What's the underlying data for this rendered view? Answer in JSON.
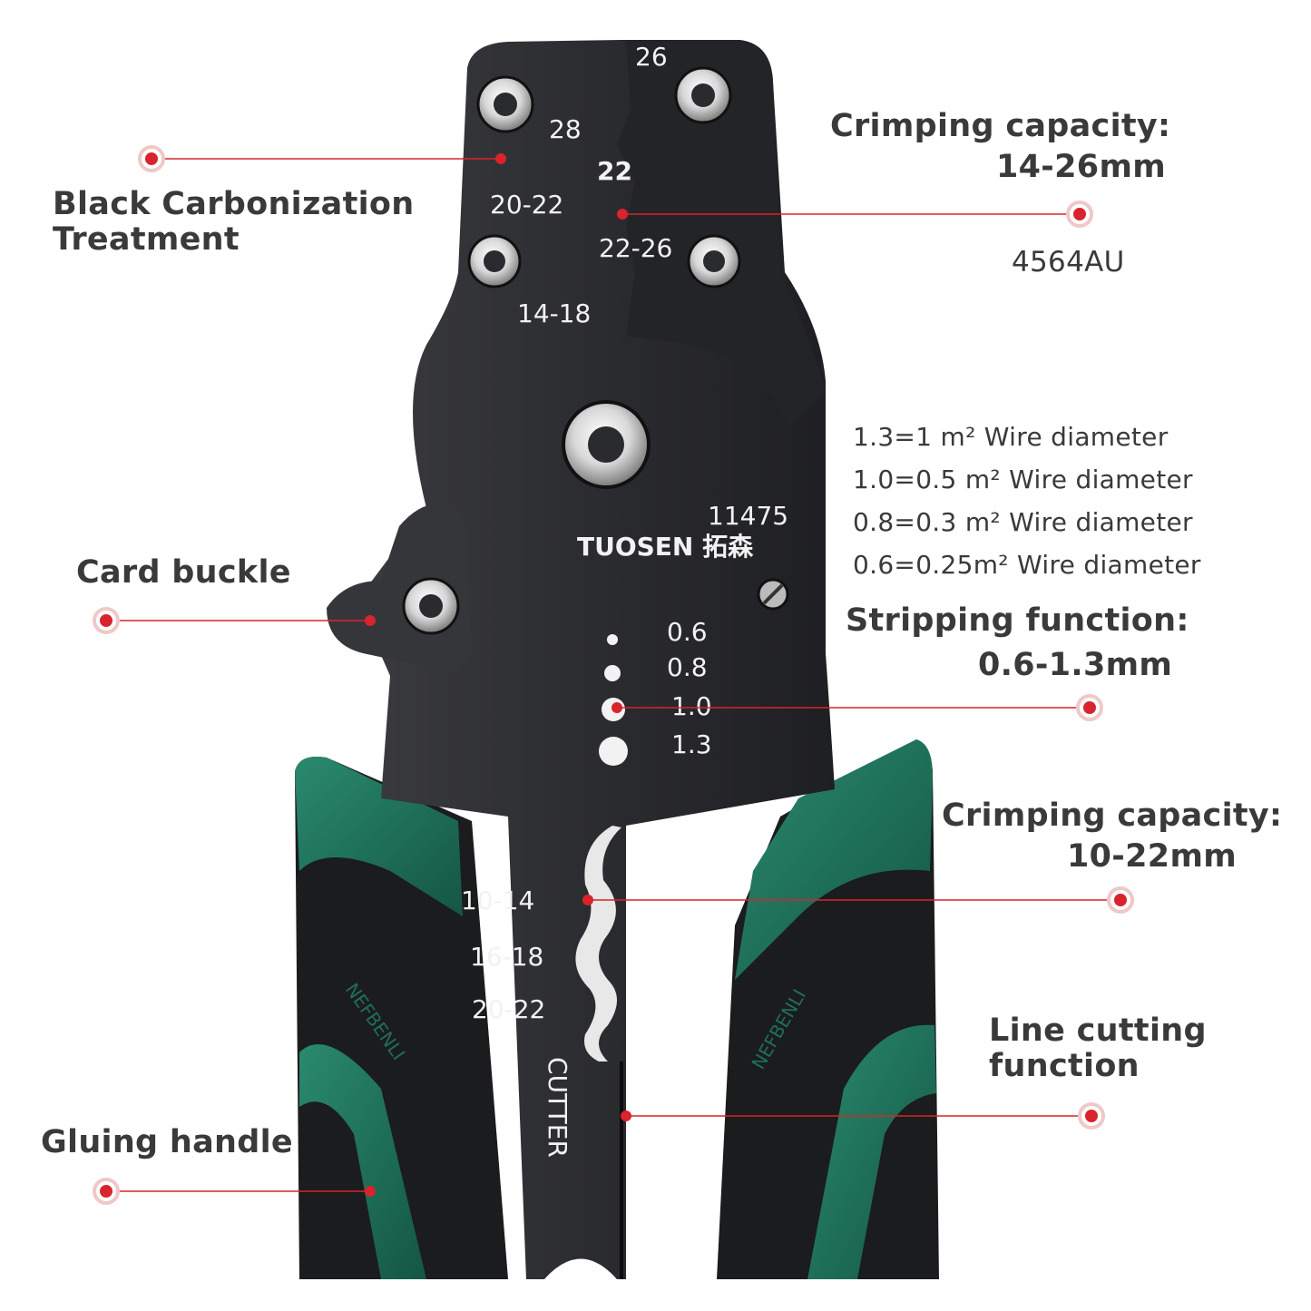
{
  "callouts": {
    "black_carbonization": [
      "Black Carbonization",
      "Treatment"
    ],
    "card_buckle": "Card buckle",
    "gluing_handle": "Gluing handle",
    "crimping_top": [
      "Crimping capacity:",
      "14-26mm"
    ],
    "model": "4564AU",
    "wire_specs": [
      "1.3=1 m² Wire diameter",
      "1.0=0.5 m² Wire diameter",
      "0.8=0.3 m² Wire diameter",
      "0.6=0.25m² Wire diameter"
    ],
    "stripping": [
      "Stripping function:",
      "0.6-1.3mm"
    ],
    "crimping_bottom": [
      "Crimping capacity:",
      "10-22mm"
    ],
    "line_cutting": [
      "Line cutting",
      "function"
    ]
  },
  "tool": {
    "crimp_top_labels": [
      "26",
      "28",
      "22",
      "20-22",
      "22-26",
      "14-18"
    ],
    "strip_labels": [
      "0.6",
      "0.8",
      "1.0",
      "1.3"
    ],
    "crimp_bottom_labels": [
      "10-14",
      "16-18",
      "20-22"
    ],
    "model_number": "11475",
    "brand": "TUOSEN 拓森",
    "cutter": "CUTTER",
    "handle_brand": "NEFBENLI"
  },
  "colors": {
    "steel": "#2a2b2e",
    "handle_green": "#1f6f58",
    "handle_black": "#1b1c1e",
    "callout_red": "#d9232d"
  }
}
